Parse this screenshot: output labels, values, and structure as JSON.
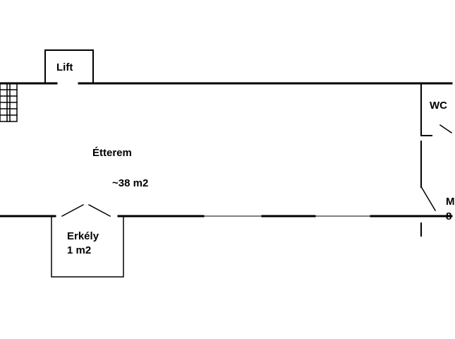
{
  "floor_plan": {
    "rooms": {
      "lift": {
        "name": "Lift"
      },
      "restaurant": {
        "name": "Étterem",
        "area": "~38 m2"
      },
      "wc": {
        "name": "WC"
      },
      "side_room": {
        "name": "M",
        "area": "8"
      },
      "balcony": {
        "name": "Erkély",
        "area": "1 m2"
      }
    },
    "colors": {
      "wall": "#000000",
      "background": "#ffffff"
    }
  }
}
